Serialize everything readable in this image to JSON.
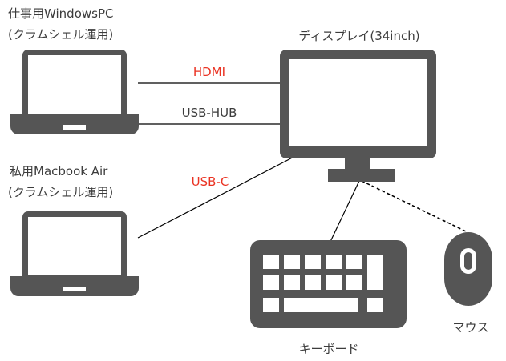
{
  "colors": {
    "device": "#555555",
    "screen": "#ffffff",
    "line": "#000000",
    "label": "#3c3c3c",
    "accent": "#ea3323"
  },
  "laptop_work": {
    "line1": "仕事用WindowsPC",
    "line2": "(クラムシェル運用)",
    "icon": "laptop-icon"
  },
  "laptop_private": {
    "line1": "私用Macbook Air",
    "line2": "(クラムシェル運用)",
    "icon": "laptop-icon"
  },
  "display": {
    "label": "ディスプレイ(34inch)",
    "icon": "monitor-icon"
  },
  "keyboard": {
    "label": "キーボード",
    "icon": "keyboard-icon"
  },
  "mouse": {
    "label": "マウス",
    "icon": "mouse-icon"
  },
  "connections": {
    "hdmi": "HDMI",
    "usb_hub": "USB-HUB",
    "usb_c": "USB-C"
  }
}
